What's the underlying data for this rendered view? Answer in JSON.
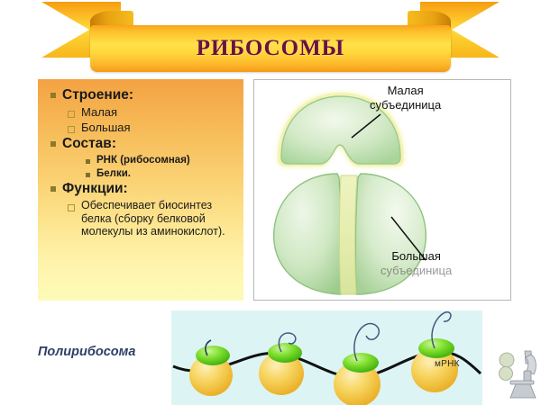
{
  "slide": {
    "title": "РИБОСОМЫ",
    "title_color": "#6b1043",
    "banner_color": "#ffd83c",
    "background": "#ffffff"
  },
  "text_panel": {
    "panel_color_top": "#f4a243",
    "panel_color_bottom": "#fdfbb9",
    "items": [
      {
        "level": 1,
        "marker": "filled-square",
        "text": "Строение:"
      },
      {
        "level": 2,
        "marker": "hollow-square",
        "text": "Малая"
      },
      {
        "level": 2,
        "marker": "hollow-square",
        "text": "Большая"
      },
      {
        "level": 1,
        "marker": "filled-square",
        "text": "Состав:"
      },
      {
        "level": 3,
        "marker": "small-square",
        "text": "РНК (рибосомная)"
      },
      {
        "level": 3,
        "marker": "small-square",
        "text": "Белки."
      },
      {
        "level": 1,
        "marker": "filled-square",
        "text": "Функции:"
      },
      {
        "level": 2,
        "marker": "hollow-square",
        "text": "Обеспечивает биосинтез белка (сборку белковой молекулы из аминокислот)."
      }
    ]
  },
  "diagram_panel": {
    "border_color": "#b6b6b6",
    "background": "#ffffff",
    "ribosome_fill": "#c9e3be",
    "ribosome_edge": "#8bbf7e",
    "cleft_color": "#e4ecaa",
    "labels": {
      "small_subunit_line1": "Малая",
      "small_subunit_line2": "субъединица",
      "large_subunit_line1": "Большая",
      "large_subunit_line2": "субъединица"
    }
  },
  "poly_panel": {
    "background": "#ddf4f4",
    "caption": "Полирибосома",
    "caption_color": "#2e3f66",
    "mrna_label": "мРНК",
    "ribosome_count": 4,
    "large_subunit_color": "#f0c33c",
    "small_subunit_color": "#5ece1f",
    "strand_color": "#111111"
  }
}
